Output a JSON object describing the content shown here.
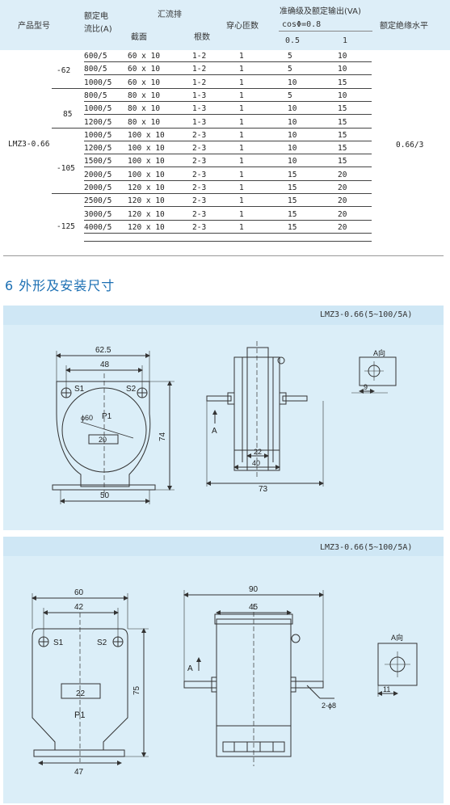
{
  "table": {
    "headers": {
      "model": "产品型号",
      "ratio_l1": "额定电",
      "ratio_l2": "流比(A)",
      "busbar": "汇流排",
      "section": "截面",
      "count": "根数",
      "turns": "穿心匝数",
      "accuracy": "准确级及额定输出(VA)",
      "cos": "cosΦ=0.8",
      "acc_a": "0.5",
      "acc_b": "1",
      "insulation": "额定绝缘水平"
    },
    "model": "LMZ3-0.66",
    "insulation_value": "0.66/3",
    "groups": [
      {
        "name": "-62",
        "rows": [
          {
            "ratio": "600/5",
            "section": "60 x 10",
            "count": "1-2",
            "turns": "1",
            "a": "5",
            "b": "10"
          },
          {
            "ratio": "800/5",
            "section": "60 x 10",
            "count": "1-2",
            "turns": "1",
            "a": "5",
            "b": "10"
          },
          {
            "ratio": "1000/5",
            "section": "60 x 10",
            "count": "1-2",
            "turns": "1",
            "a": "10",
            "b": "15"
          }
        ]
      },
      {
        "name": "85",
        "rows": [
          {
            "ratio": "800/5",
            "section": "80 x 10",
            "count": "1-3",
            "turns": "1",
            "a": "5",
            "b": "10"
          },
          {
            "ratio": "1000/5",
            "section": "80 x 10",
            "count": "1-3",
            "turns": "1",
            "a": "10",
            "b": "15"
          },
          {
            "ratio": "1200/5",
            "section": "80 x 10",
            "count": "1-3",
            "turns": "1",
            "a": "10",
            "b": "15"
          }
        ]
      },
      {
        "name": "-105",
        "rows": [
          {
            "ratio": "1000/5",
            "section": "100 x 10",
            "count": "2-3",
            "turns": "1",
            "a": "10",
            "b": "15"
          },
          {
            "ratio": "1200/5",
            "section": "100 x 10",
            "count": "2-3",
            "turns": "1",
            "a": "10",
            "b": "15"
          },
          {
            "ratio": "1500/5",
            "section": "100 x 10",
            "count": "2-3",
            "turns": "1",
            "a": "10",
            "b": "15"
          },
          {
            "ratio": "2000/5",
            "section": "100 x 10",
            "count": "2-3",
            "turns": "1",
            "a": "15",
            "b": "20"
          },
          {
            "ratio": "2000/5",
            "section": "120 x 10",
            "count": "2-3",
            "turns": "1",
            "a": "15",
            "b": "20"
          }
        ]
      },
      {
        "name": "-125",
        "rows": [
          {
            "ratio": "2500/5",
            "section": "120 x 10",
            "count": "2-3",
            "turns": "1",
            "a": "15",
            "b": "20"
          },
          {
            "ratio": "3000/5",
            "section": "120 x 10",
            "count": "2-3",
            "turns": "1",
            "a": "15",
            "b": "20"
          },
          {
            "ratio": "4000/5",
            "section": "120 x 10",
            "count": "2-3",
            "turns": "1",
            "a": "15",
            "b": "20"
          }
        ]
      }
    ]
  },
  "section": {
    "title": "6 外形及安装尺寸"
  },
  "drawing1": {
    "band_label": "LMZ3-0.66(5~100/5A)",
    "d_62_5": "62.5",
    "d_48": "48",
    "s1": "S1",
    "s2": "S2",
    "phi60": "ϕ60",
    "p1": "P1",
    "d_20": "20",
    "d_74": "74",
    "d_50": "50",
    "arrow_a": "A",
    "d_22": "22",
    "d_40": "40",
    "d_73": "73",
    "view_a": "A向",
    "d_9": "9"
  },
  "drawing2": {
    "band_label": "LMZ3-0.66(5~100/5A)",
    "d_60": "60",
    "d_42": "42",
    "s1": "S1",
    "s2": "S2",
    "d_22": "22",
    "p1": "P1",
    "d_75": "75",
    "d_47": "47",
    "d_90": "90",
    "d_45": "45",
    "arrow_a": "A",
    "hole": "2-ϕ8",
    "view_a": "A向",
    "d_11": "11"
  }
}
